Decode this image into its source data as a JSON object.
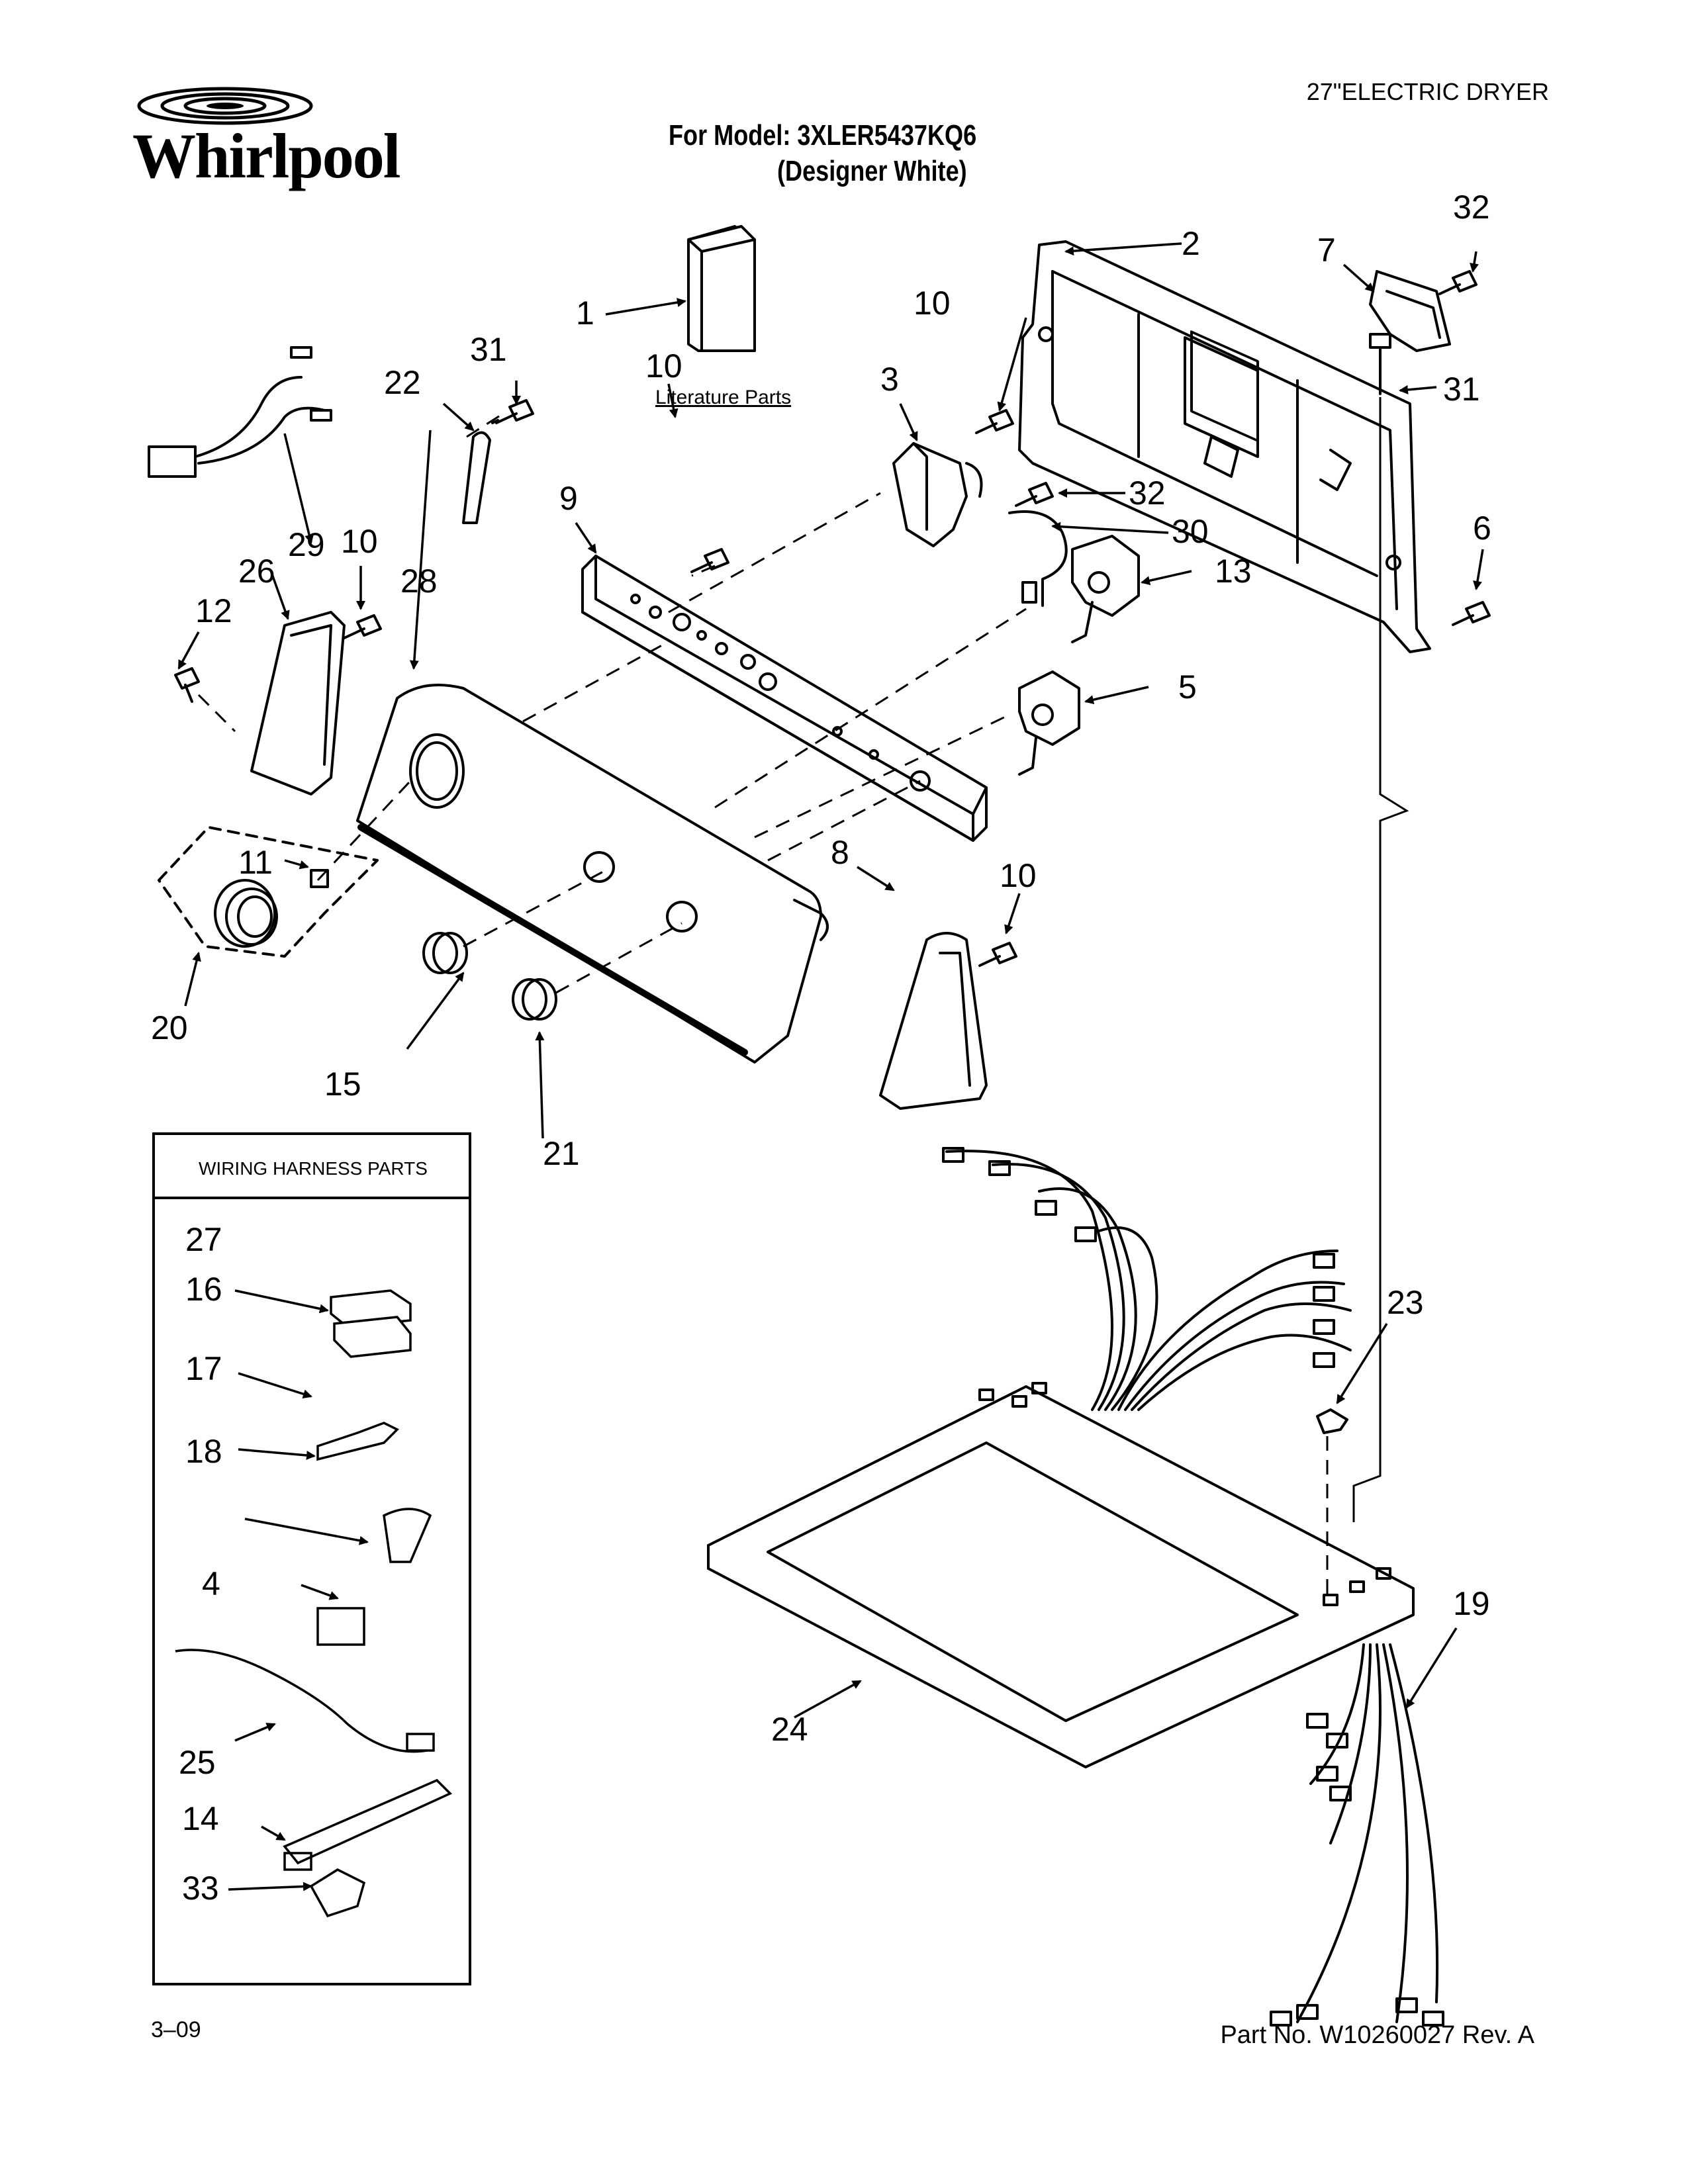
{
  "header": {
    "brand": "Whirlpool",
    "model_line1": "For Model: 3XLER5437KQ6",
    "model_line2": "(Designer White)",
    "document_type": "27\"ELECTRIC DRYER"
  },
  "footer": {
    "date": "3–09",
    "part_number": "Part No. W10260027 Rev. A"
  },
  "labels": {
    "literature": "Literature Parts",
    "harness_box_title": "WIRING HARNESS PARTS"
  },
  "callouts": [
    {
      "id": "c1",
      "text": "1"
    },
    {
      "id": "c2",
      "text": "2"
    },
    {
      "id": "c3",
      "text": "3"
    },
    {
      "id": "c4",
      "text": "4"
    },
    {
      "id": "c5",
      "text": "5"
    },
    {
      "id": "c6",
      "text": "6"
    },
    {
      "id": "c7",
      "text": "7"
    },
    {
      "id": "c8",
      "text": "8"
    },
    {
      "id": "c9",
      "text": "9"
    },
    {
      "id": "c10a",
      "text": "10"
    },
    {
      "id": "c10b",
      "text": "10"
    },
    {
      "id": "c10c",
      "text": "10"
    },
    {
      "id": "c10d",
      "text": "10"
    },
    {
      "id": "c11",
      "text": "11"
    },
    {
      "id": "c12",
      "text": "12"
    },
    {
      "id": "c13",
      "text": "13"
    },
    {
      "id": "c14",
      "text": "14"
    },
    {
      "id": "c15",
      "text": "15"
    },
    {
      "id": "c16",
      "text": "16"
    },
    {
      "id": "c17",
      "text": "17"
    },
    {
      "id": "c18",
      "text": "18"
    },
    {
      "id": "c19",
      "text": "19"
    },
    {
      "id": "c20",
      "text": "20"
    },
    {
      "id": "c21",
      "text": "21"
    },
    {
      "id": "c22",
      "text": "22"
    },
    {
      "id": "c23",
      "text": "23"
    },
    {
      "id": "c24",
      "text": "24"
    },
    {
      "id": "c25",
      "text": "25"
    },
    {
      "id": "c26",
      "text": "26"
    },
    {
      "id": "c27",
      "text": "27"
    },
    {
      "id": "c28",
      "text": "28"
    },
    {
      "id": "c29",
      "text": "29"
    },
    {
      "id": "c30",
      "text": "30"
    },
    {
      "id": "c31a",
      "text": "31"
    },
    {
      "id": "c31b",
      "text": "31"
    },
    {
      "id": "c32a",
      "text": "32"
    },
    {
      "id": "c32b",
      "text": "32"
    },
    {
      "id": "c33",
      "text": "33"
    }
  ]
}
